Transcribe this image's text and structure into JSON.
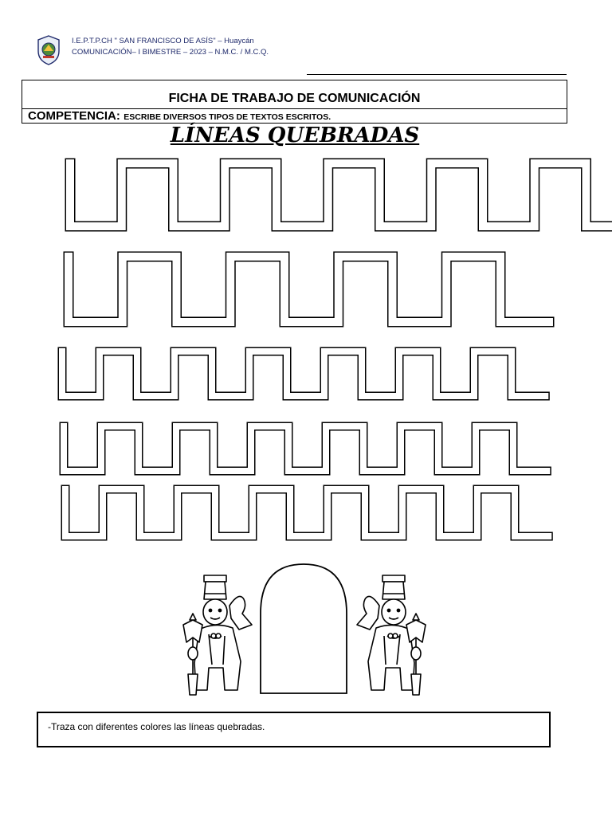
{
  "header": {
    "school_name": "I.E.P.T.P.CH \" SAN FRANCISCO DE ASÍS\" – Huaycán",
    "course_line": "COMUNICACIÓN– I BIMESTRE – 2023 – N.M.C. / M.C.Q.",
    "logo_icon": "school-crest-icon",
    "accent_color": "#1f2a6b"
  },
  "worksheet": {
    "title": "FICHA DE TRABAJO DE COMUNICACIÓN",
    "competencia_label": "COMPETENCIA:",
    "competencia_text": "ESCRIBE DIVERSOS TIPOS DE TEXTOS ESCRITOS."
  },
  "page_title": "LÍNEAS QUEBRADAS",
  "illustration": {
    "items": [
      "soldier-left-icon",
      "arched-door-icon",
      "soldier-right-icon"
    ]
  },
  "instruction": "-Traza con diferentes colores las líneas quebradas."
}
